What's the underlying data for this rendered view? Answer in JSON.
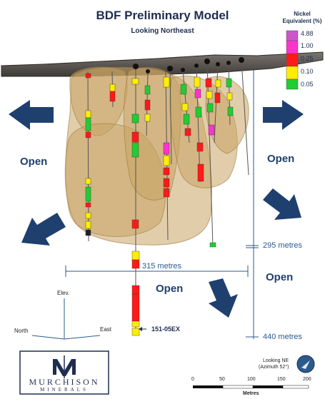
{
  "header": {
    "title": "BDF Preliminary Model",
    "subtitle": "Looking Northeast"
  },
  "legend": {
    "title_line1": "Nickel",
    "title_line2": "Equivalent (%)",
    "values": [
      "4.88",
      "1.00",
      "0.25",
      "0.10",
      "0.05"
    ],
    "colors": [
      "#cc55cc",
      "#ff33cc",
      "#ff1a1a",
      "#ffee00",
      "#22cc33"
    ]
  },
  "labels": {
    "open_left": "Open",
    "open_right": "Open",
    "open_center": "Open",
    "open_lower_right": "Open",
    "width_measure": "315 metres",
    "depth_295": "295 metres",
    "depth_440": "440 metres",
    "hole_id": "151-05EX"
  },
  "orientation": {
    "up": "Elev.",
    "left": "North",
    "right": "East"
  },
  "compass": {
    "line1": "Looking NE",
    "line2": "(Azimuth 52°)"
  },
  "scale_bar": {
    "ticks": [
      "0",
      "50",
      "100",
      "150",
      "200"
    ],
    "unit": "Metres"
  },
  "logo": {
    "line1": "MURCHISON",
    "line2": "MINERALS"
  },
  "colors": {
    "navy": "#1f3f6e",
    "measure_blue": "#2a5b8c",
    "shell": "#c8a464",
    "terrain": "#5a5550"
  }
}
